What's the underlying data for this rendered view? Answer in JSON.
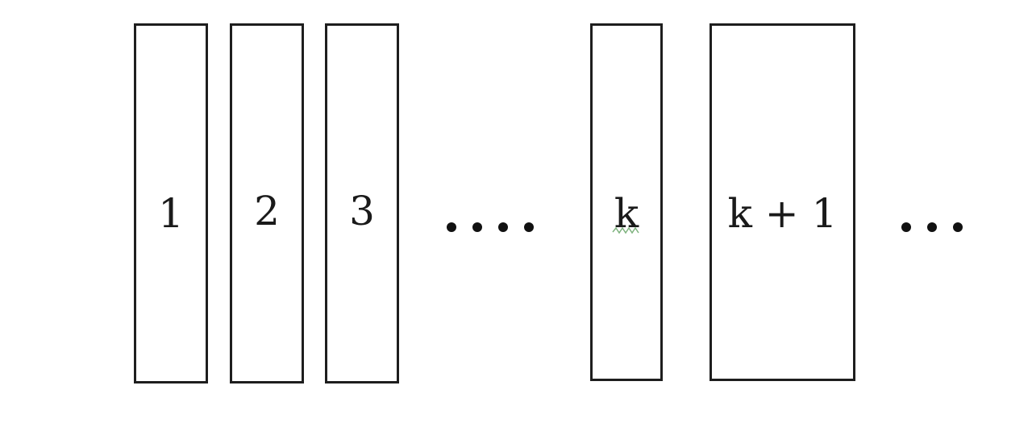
{
  "diagram": {
    "boxes": [
      {
        "label": "1"
      },
      {
        "label": "2"
      },
      {
        "label": "3"
      },
      {
        "label": "k"
      },
      {
        "label": "k + 1"
      }
    ],
    "ellipsis_after_box3": "....",
    "ellipsis_trailing": "..."
  }
}
